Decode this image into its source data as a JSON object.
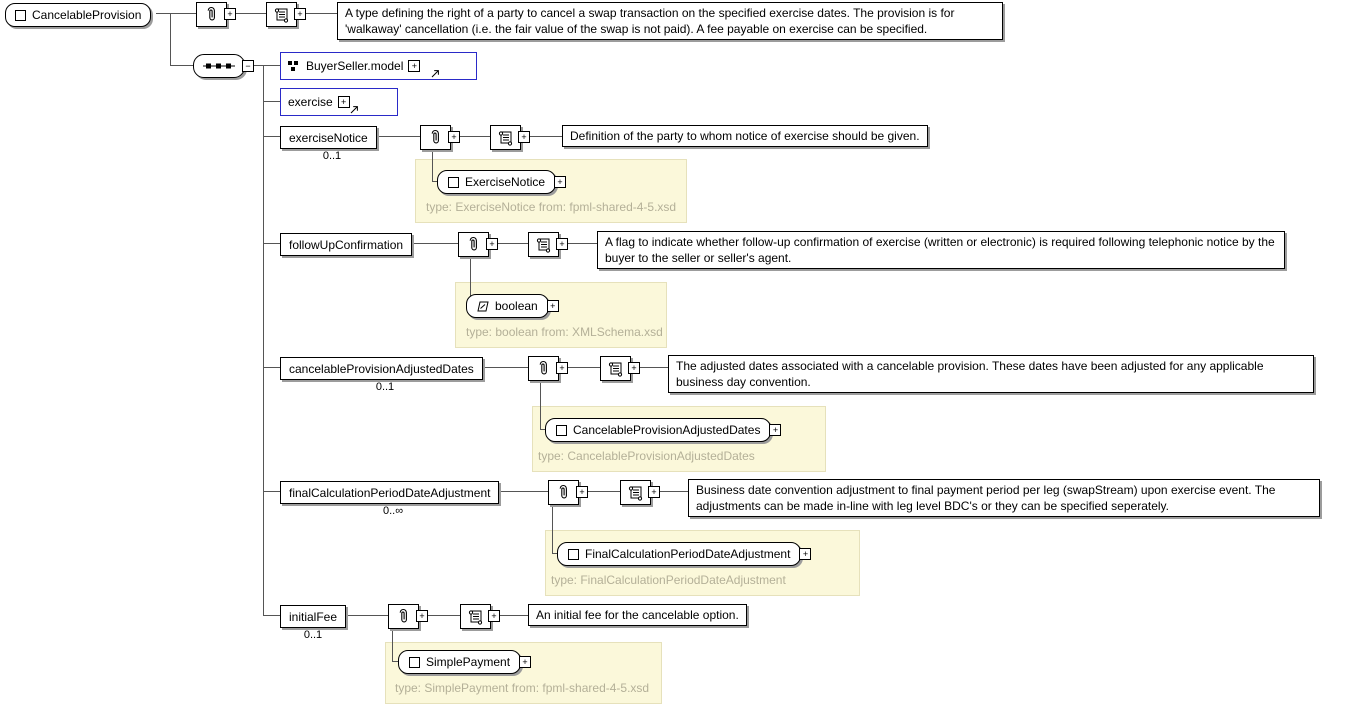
{
  "icons": {
    "expand": "+",
    "collapse": "−"
  },
  "colors": {
    "reference_border": "#2a2ac8",
    "type_panel_background": "#fbf8da",
    "type_note_text": "#b4b098",
    "node_shadow": "#9c9c9c",
    "connector": "#555555"
  },
  "diagram": {
    "root": {
      "label": "CancelableProvision",
      "annotation": "A type defining the right of a party to cancel a swap transaction on the specified exercise dates. The provision is for 'walkaway' cancellation (i.e. the fair value of the swap is not paid). A fee payable on exercise can be specified."
    },
    "compositor": "sequence",
    "children": [
      {
        "label": "BuyerSeller.model",
        "kind": "model group reference"
      },
      {
        "label": "exercise",
        "kind": "element reference"
      },
      {
        "label": "exerciseNotice",
        "cardinality": "0..1",
        "annotation": "Definition of the party to whom notice of exercise should be given.",
        "type": {
          "name": "ExerciseNotice",
          "note": "type: ExerciseNotice from: fpml-shared-4-5.xsd"
        }
      },
      {
        "label": "followUpConfirmation",
        "annotation": "A flag to indicate whether follow-up confirmation of exercise (written or electronic) is required following telephonic notice by the buyer to the seller or seller's agent.",
        "type": {
          "name": "boolean",
          "note": "type: boolean from: XMLSchema.xsd"
        }
      },
      {
        "label": "cancelableProvisionAdjustedDates",
        "cardinality": "0..1",
        "annotation": "The adjusted dates associated with a cancelable provision. These dates have been adjusted for any applicable business day convention.",
        "type": {
          "name": "CancelableProvisionAdjustedDates",
          "note": "type: CancelableProvisionAdjustedDates"
        }
      },
      {
        "label": "finalCalculationPeriodDateAdjustment",
        "cardinality": "0..∞",
        "annotation": "Business date convention adjustment to final payment period per leg (swapStream) upon exercise event. The adjustments can be made in-line with leg level BDC's or they can be specified seperately.",
        "type": {
          "name": "FinalCalculationPeriodDateAdjustment",
          "note": "type: FinalCalculationPeriodDateAdjustment"
        }
      },
      {
        "label": "initialFee",
        "cardinality": "0..1",
        "annotation": "An initial fee for the cancelable option.",
        "type": {
          "name": "SimplePayment",
          "note": "type: SimplePayment from: fpml-shared-4-5.xsd"
        }
      }
    ]
  }
}
